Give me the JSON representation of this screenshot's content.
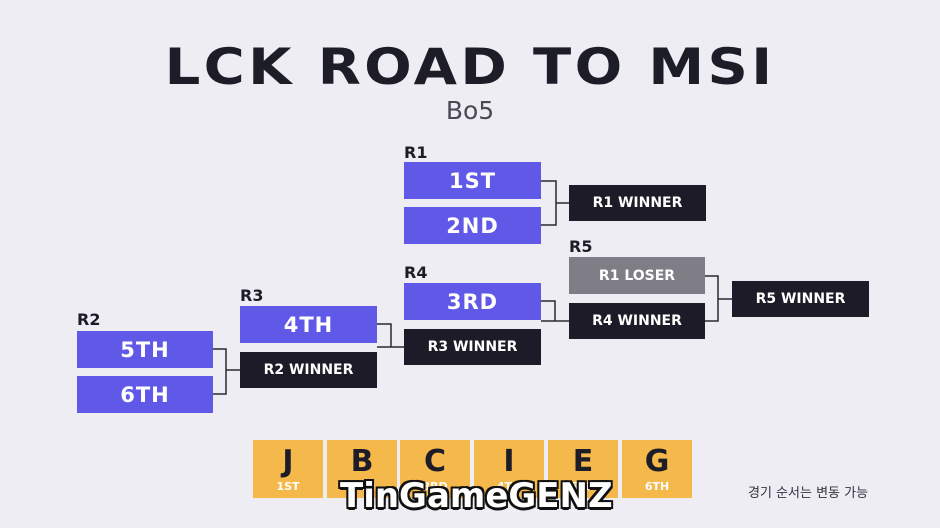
{
  "header": {
    "title": "LCK ROAD TO MSI",
    "subtitle": "Bo5"
  },
  "rounds": {
    "r1": {
      "label": "R1",
      "top": "1ST",
      "bottom": "2ND",
      "winner": "R1 WINNER"
    },
    "r2": {
      "label": "R2",
      "top": "5TH",
      "bottom": "6TH",
      "winner": "R2 WINNER"
    },
    "r3": {
      "label": "R3",
      "top": "4TH",
      "winner": "R3 WINNER"
    },
    "r4": {
      "label": "R4",
      "top": "3RD",
      "winner": "R4 WINNER"
    },
    "r5": {
      "label": "R5",
      "top": "R1 LOSER",
      "winner": "R5 WINNER"
    }
  },
  "teams": [
    {
      "letter": "J",
      "place": "1ST"
    },
    {
      "letter": "B",
      "place": "2ND"
    },
    {
      "letter": "C",
      "place": "3RD"
    },
    {
      "letter": "I",
      "place": "4TH"
    },
    {
      "letter": "E",
      "place": "5TH"
    },
    {
      "letter": "G",
      "place": "6TH"
    }
  ],
  "note": "경기 순서는 변동 가능",
  "watermark": "TinGameGENZ",
  "colors": {
    "background": "#eeedf4",
    "seed": "#6058e6",
    "winner": "#1d1b27",
    "loser": "#7f7e86",
    "tile": "#f5b84a"
  }
}
